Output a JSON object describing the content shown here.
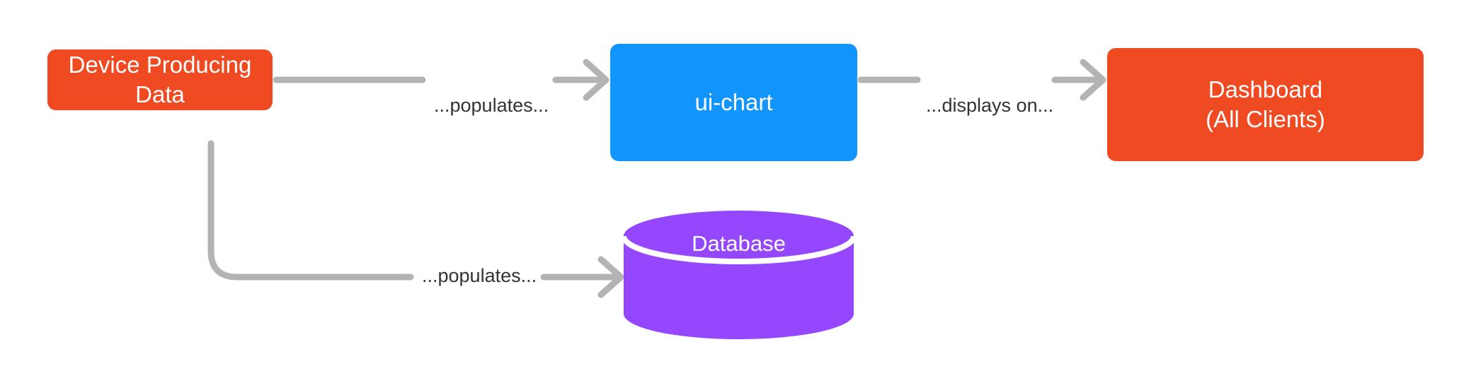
{
  "diagram": {
    "type": "flowchart",
    "direction": "left-to-right",
    "background_color": "#ffffff",
    "edge_stroke_color": "#B3B3B3",
    "edge_label_color": "#333333",
    "nodes": [
      {
        "id": "device",
        "label": "Device Producing Data",
        "shape": "rounded-rect",
        "color": "#F04A23",
        "text_color": "#ffffff"
      },
      {
        "id": "ui-chart",
        "label": "ui-chart",
        "shape": "rounded-rect",
        "color": "#1195FC",
        "text_color": "#ffffff"
      },
      {
        "id": "dashboard",
        "label_line_1": "Dashboard",
        "label_line_2": "(All Clients)",
        "shape": "rounded-rect",
        "color": "#F04A23",
        "text_color": "#ffffff"
      },
      {
        "id": "database",
        "label": "Database",
        "shape": "cylinder",
        "color": "#9447FC",
        "text_color": "#ffffff"
      }
    ],
    "edges": [
      {
        "id": "device-to-uichart",
        "from": "device",
        "to": "ui-chart",
        "label": "...populates...",
        "arrowhead": "open-chevron"
      },
      {
        "id": "uichart-to-dashboard",
        "from": "ui-chart",
        "to": "dashboard",
        "label": "...displays on...",
        "arrowhead": "open-chevron"
      },
      {
        "id": "device-to-database",
        "from": "device",
        "to": "database",
        "label": "...populates...",
        "arrowhead": "open-chevron"
      }
    ]
  }
}
